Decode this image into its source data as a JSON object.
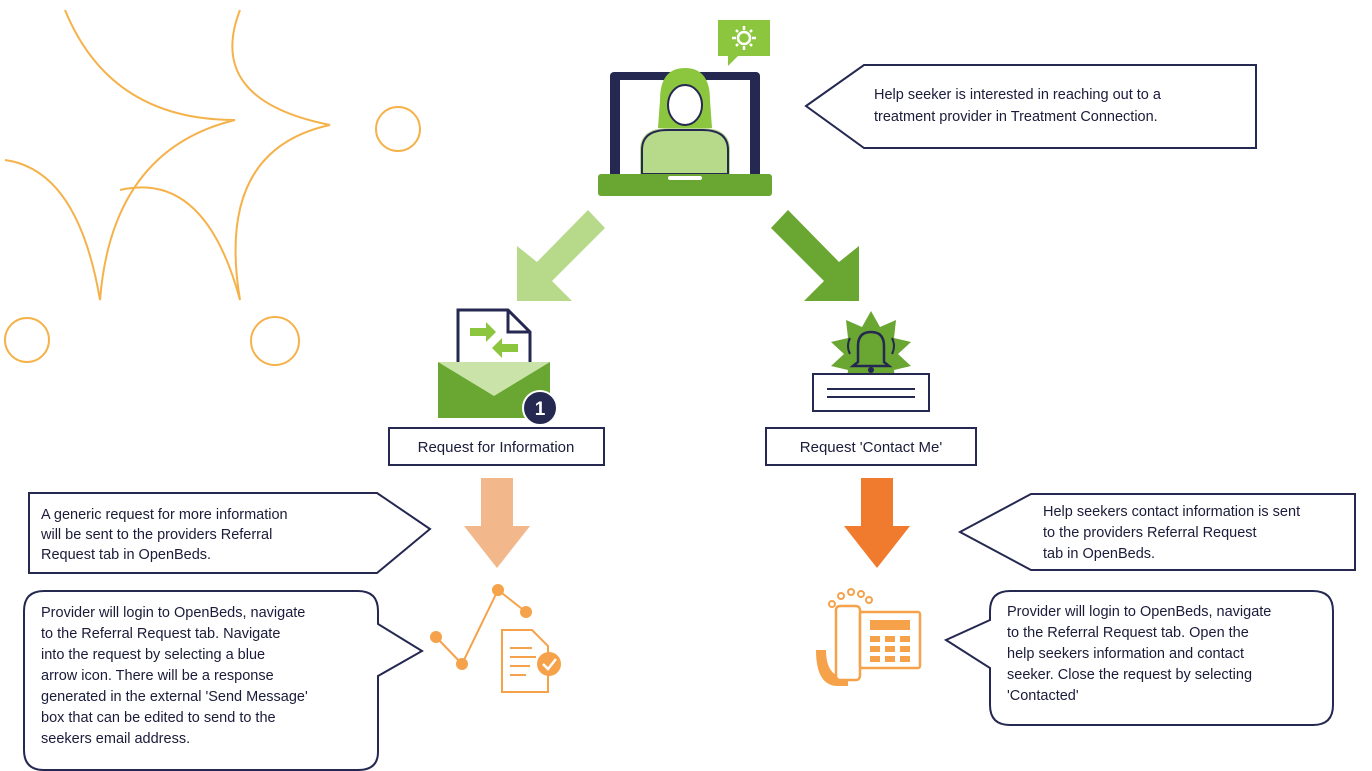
{
  "colors": {
    "navy": "#252850",
    "green_dark": "#6aa632",
    "green_mid": "#8cc63f",
    "green_light": "#b7d98a",
    "green_pale": "#c9e3a8",
    "orange_light": "#f2b78a",
    "orange_dark": "#f07a2e",
    "orange_line": "#f5a24b"
  },
  "top_callout": {
    "lines": [
      "Help seeker is interested in reaching out to a",
      "treatment provider in Treatment Connection."
    ]
  },
  "left_branch": {
    "label": "Request for Information",
    "badge": "1",
    "callout_lines": [
      "A generic request for more information",
      "will be sent to the providers Referral",
      "Request tab in OpenBeds."
    ],
    "provider_lines": [
      "Provider will login to OpenBeds, navigate",
      "to the Referral Request tab. Navigate",
      "into the request by selecting a blue",
      "arrow icon. There will be a response",
      "generated in the external 'Send Message'",
      "box that can be edited to send to the",
      "seekers email address."
    ]
  },
  "right_branch": {
    "label": "Request 'Contact Me'",
    "callout_lines": [
      "Help seekers contact information is sent",
      "to the providers Referral Request",
      "tab in OpenBeds."
    ],
    "provider_lines": [
      "Provider will login to OpenBeds, navigate",
      "to the Referral Request tab. Open the",
      "help seekers information and contact",
      "seeker. Close the request by selecting",
      "'Contacted'"
    ]
  }
}
